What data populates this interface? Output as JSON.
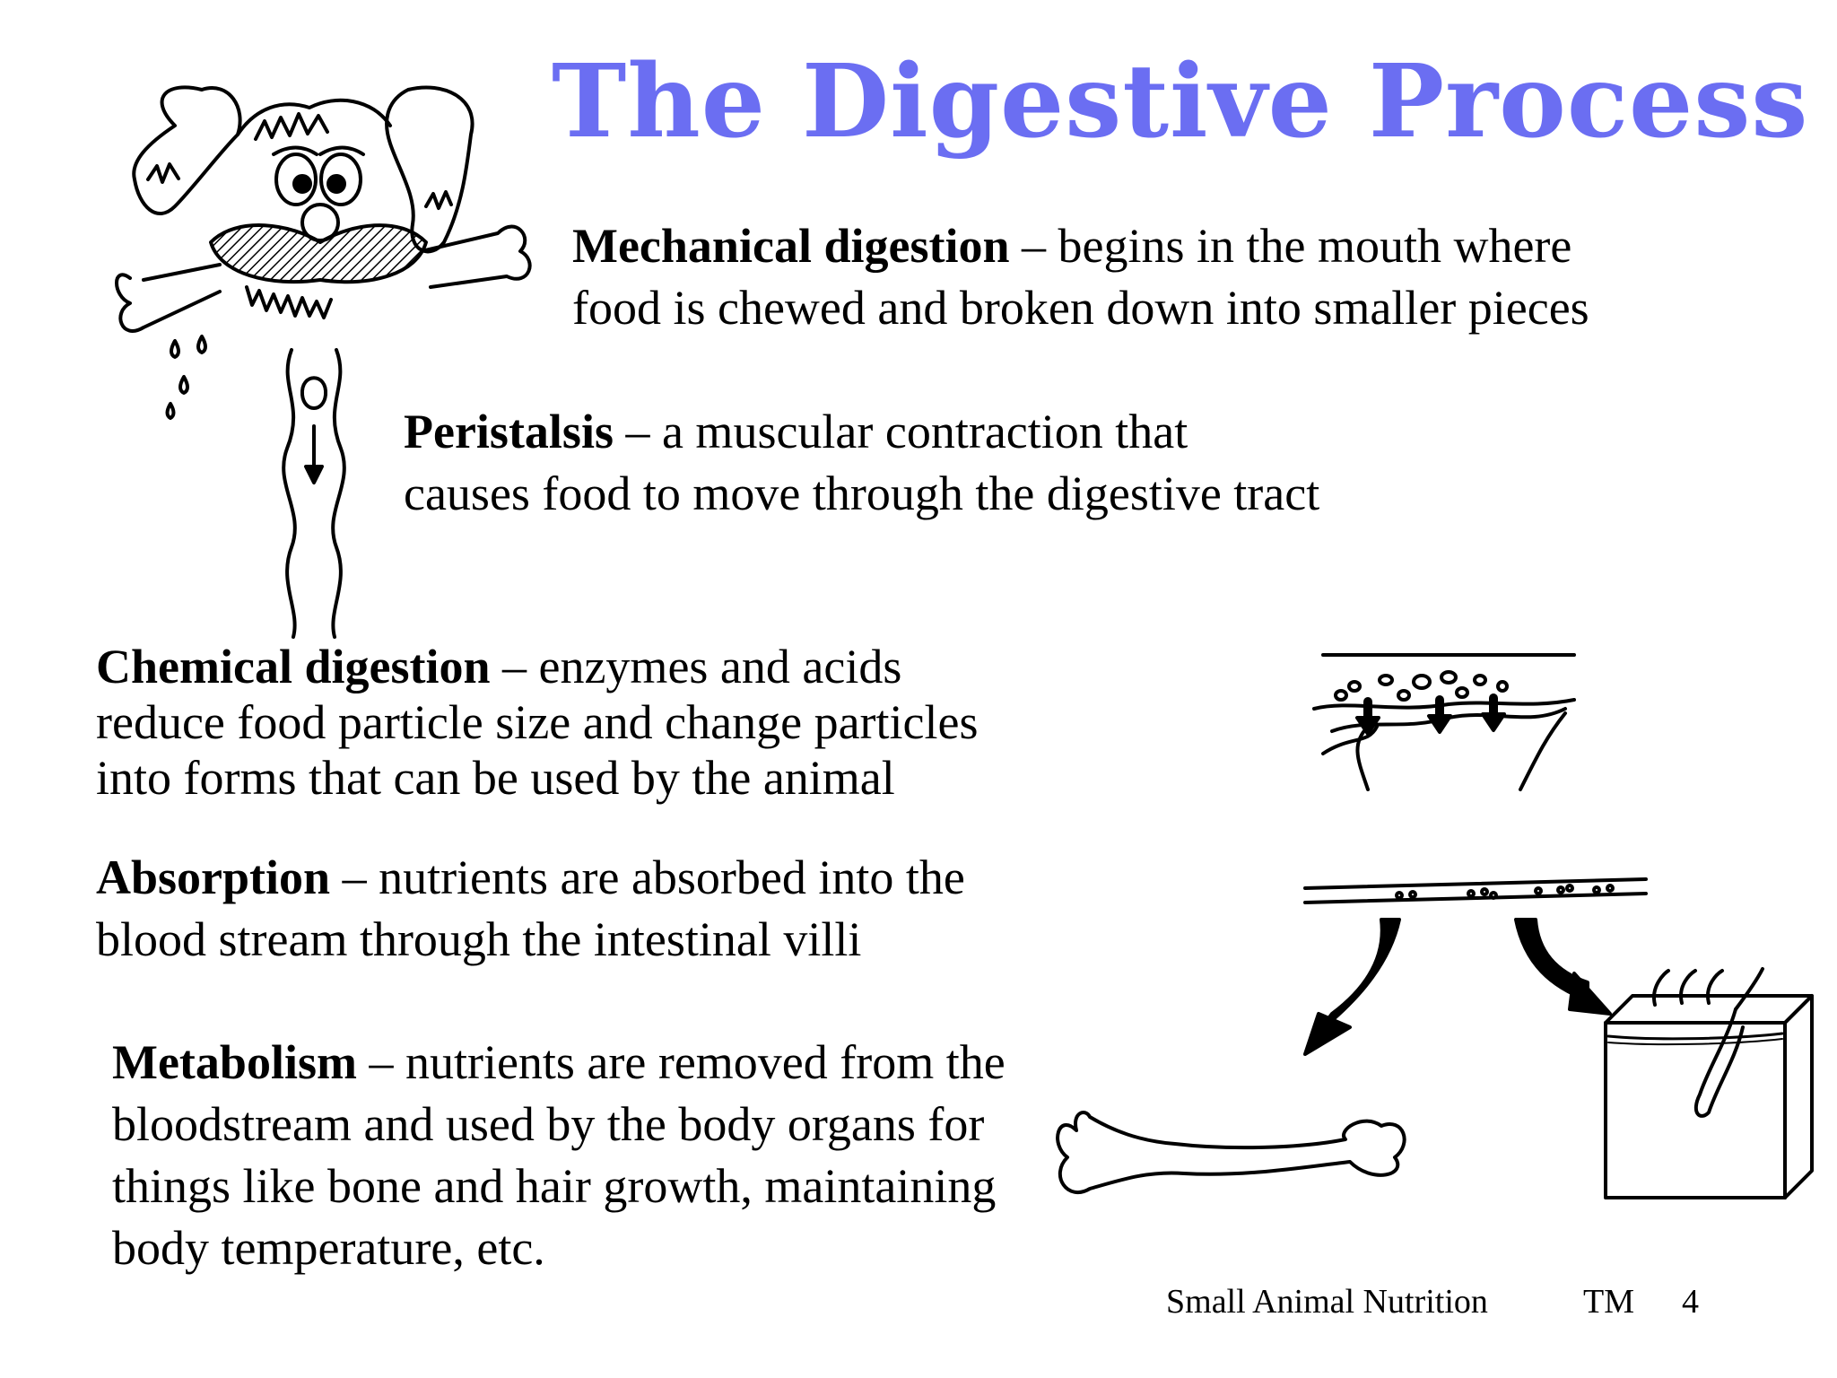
{
  "title": "The Digestive Process",
  "sections": {
    "mechanical": {
      "term": "Mechanical digestion",
      "line1": " – begins in the mouth where",
      "line2": "food is chewed and broken down into smaller pieces"
    },
    "peristalsis": {
      "term": "Peristalsis",
      "line1": " – a muscular contraction that",
      "line2": "causes food to move through the digestive tract"
    },
    "chemical": {
      "term": "Chemical digestion",
      "line1": " – enzymes and acids",
      "line2": "reduce food particle size and change particles",
      "line3": "into forms that can be used by the animal"
    },
    "absorption": {
      "term": "Absorption",
      "line1": " – nutrients are absorbed into the",
      "line2": "blood stream through the intestinal villi"
    },
    "metabolism": {
      "term": "Metabolism",
      "line1": " – nutrients are removed from the",
      "line2": "bloodstream and used by the body organs for",
      "line3": "things like bone and hair growth, maintaining",
      "line4": "body temperature, etc."
    }
  },
  "footer": {
    "course": "Small Animal Nutrition",
    "label": "TM",
    "page": "4"
  },
  "illustrations": {
    "dog": "dog-with-bone-illustration",
    "esophagus": "esophagus-peristalsis-illustration",
    "intestine": "intestinal-villi-absorption-illustration",
    "bloodstream": "bloodstream-vessel-illustration",
    "bone": "bone-illustration",
    "skin": "skin-hair-follicle-illustration"
  }
}
